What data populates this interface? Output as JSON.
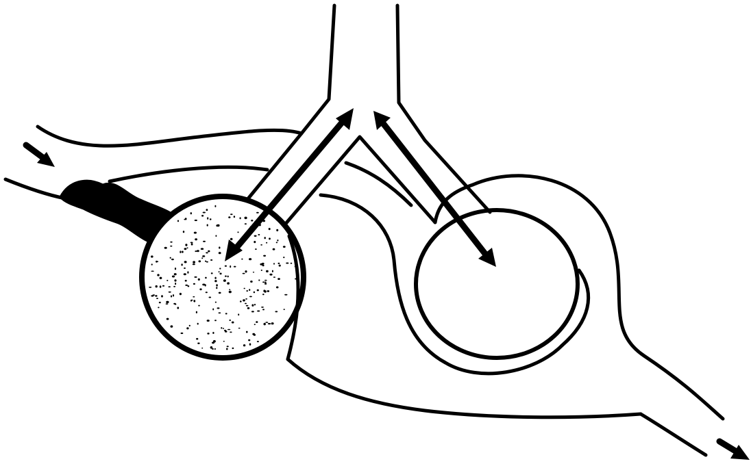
{
  "diagram": {
    "style": "black line drawing on white background",
    "colors": {
      "ink": "#000000",
      "paper": "#ffffff"
    },
    "components": [
      {
        "name": "stippled-sphere",
        "fill": "stippled"
      },
      {
        "name": "hollow-circle",
        "fill": "none"
      },
      {
        "name": "upper-stem",
        "kind": "tube"
      },
      {
        "name": "loop-channel",
        "kind": "tube"
      },
      {
        "name": "inflow-channel",
        "kind": "tube"
      },
      {
        "name": "outflow-channel",
        "kind": "tube"
      },
      {
        "name": "dark-mass",
        "fill": "solid black"
      }
    ],
    "arrows": [
      {
        "name": "inflow-arrow",
        "direction": "right-down"
      },
      {
        "name": "sphere-to-stem-arrow",
        "bidirectional": true
      },
      {
        "name": "stem-to-circle-arrow",
        "bidirectional": true
      },
      {
        "name": "outflow-arrow",
        "direction": "right-down"
      }
    ]
  }
}
